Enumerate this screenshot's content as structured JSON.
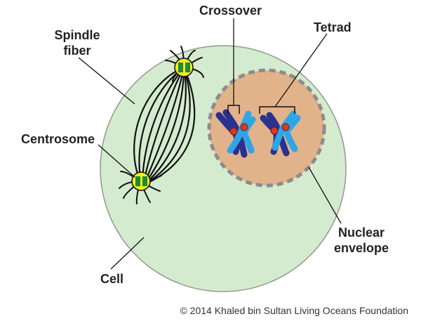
{
  "labels": {
    "crossover": "Crossover",
    "tetrad": "Tetrad",
    "spindle_fiber_line1": "Spindle",
    "spindle_fiber_line2": "fiber",
    "centrosome": "Centrosome",
    "nuclear_envelope_line1": "Nuclear",
    "nuclear_envelope_line2": "envelope",
    "cell": "Cell"
  },
  "credit": "© 2014 Khaled bin Sultan Living Oceans Foundation",
  "colors": {
    "cell_fill": "#d5ebcf",
    "cell_stroke": "#8f9a8c",
    "nucleus_fill": "#e2b38a",
    "nuclear_envelope": "#8c8c8c",
    "chromosome_dark": "#2a3190",
    "chromosome_light": "#2ea6e6",
    "crossover_point": "#d63a2a",
    "centrosome_fill": "#f2ec1a",
    "centriole": "#1f8a3a",
    "spindle": "#111111"
  }
}
